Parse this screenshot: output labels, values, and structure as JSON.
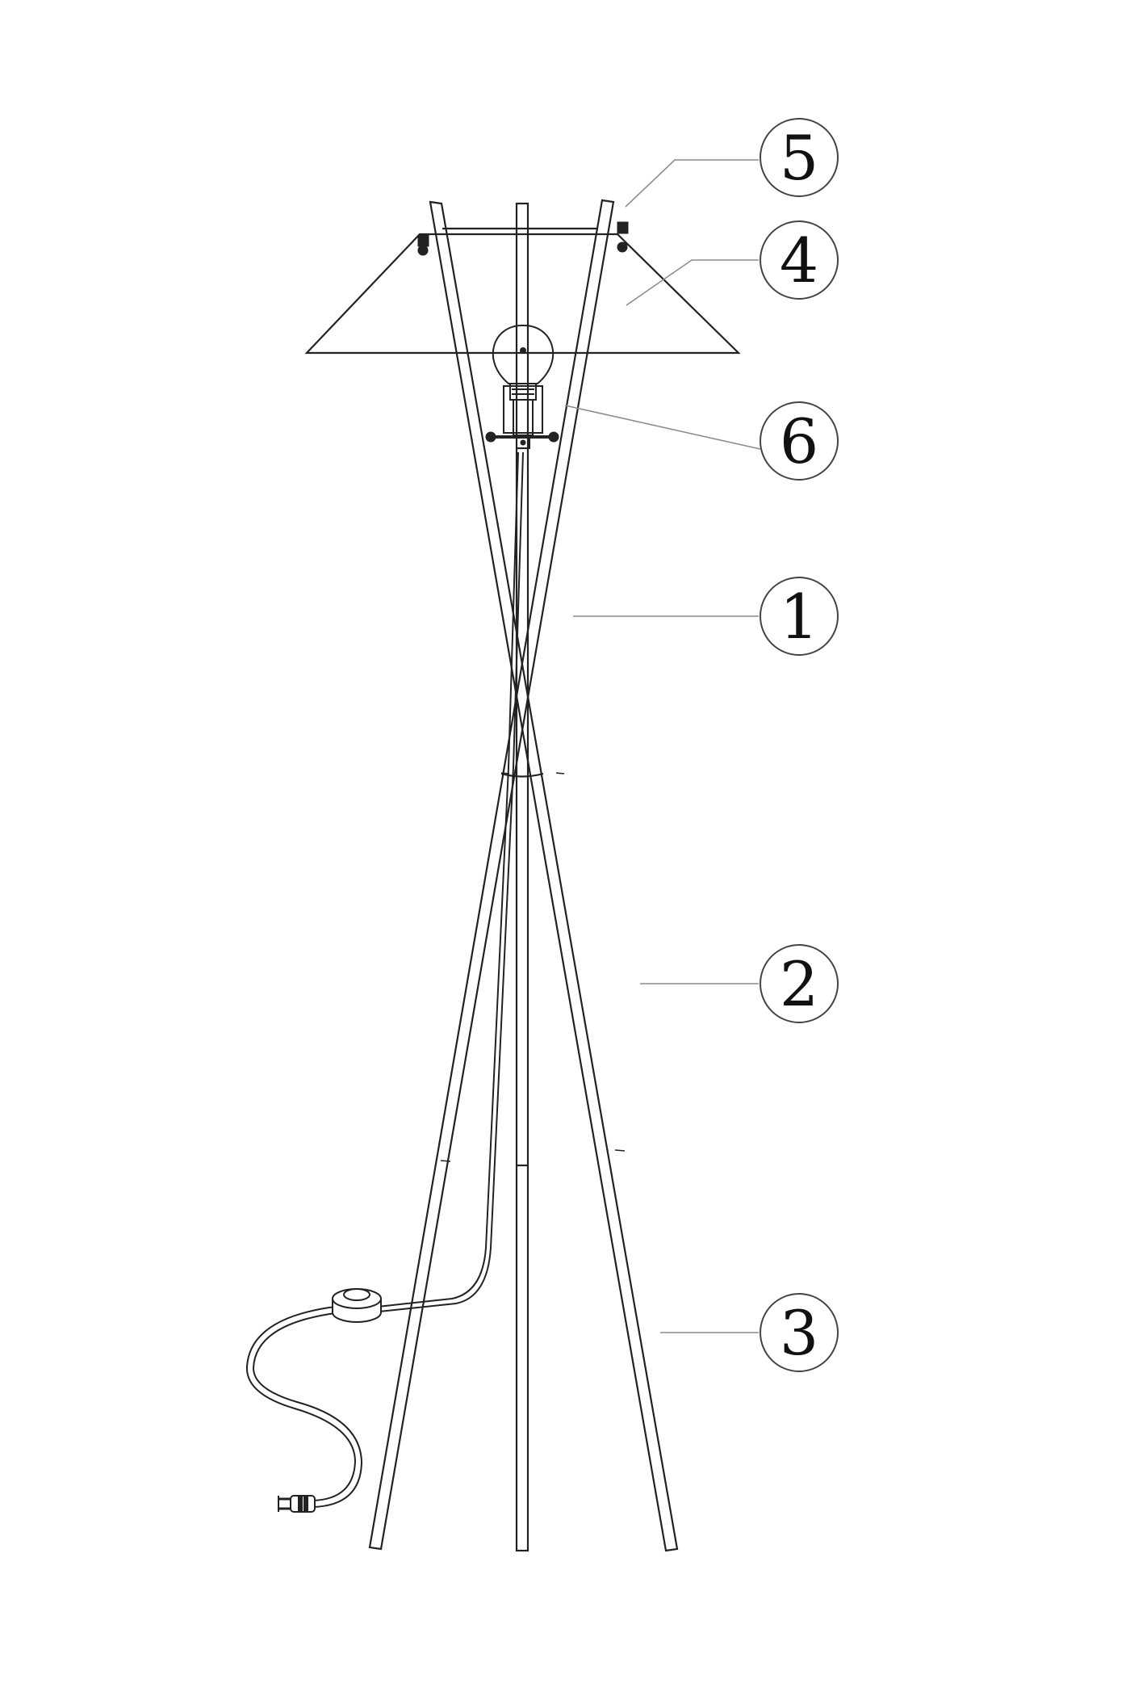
{
  "diagram": {
    "callouts": [
      {
        "id": "part-5",
        "label": "5"
      },
      {
        "id": "part-4",
        "label": "4"
      },
      {
        "id": "part-6",
        "label": "6"
      },
      {
        "id": "part-1",
        "label": "1"
      },
      {
        "id": "part-2",
        "label": "2"
      },
      {
        "id": "part-3",
        "label": "3"
      }
    ],
    "colors": {
      "line": "#222222",
      "leader": "#8c8c8c",
      "background": "#ffffff"
    }
  }
}
